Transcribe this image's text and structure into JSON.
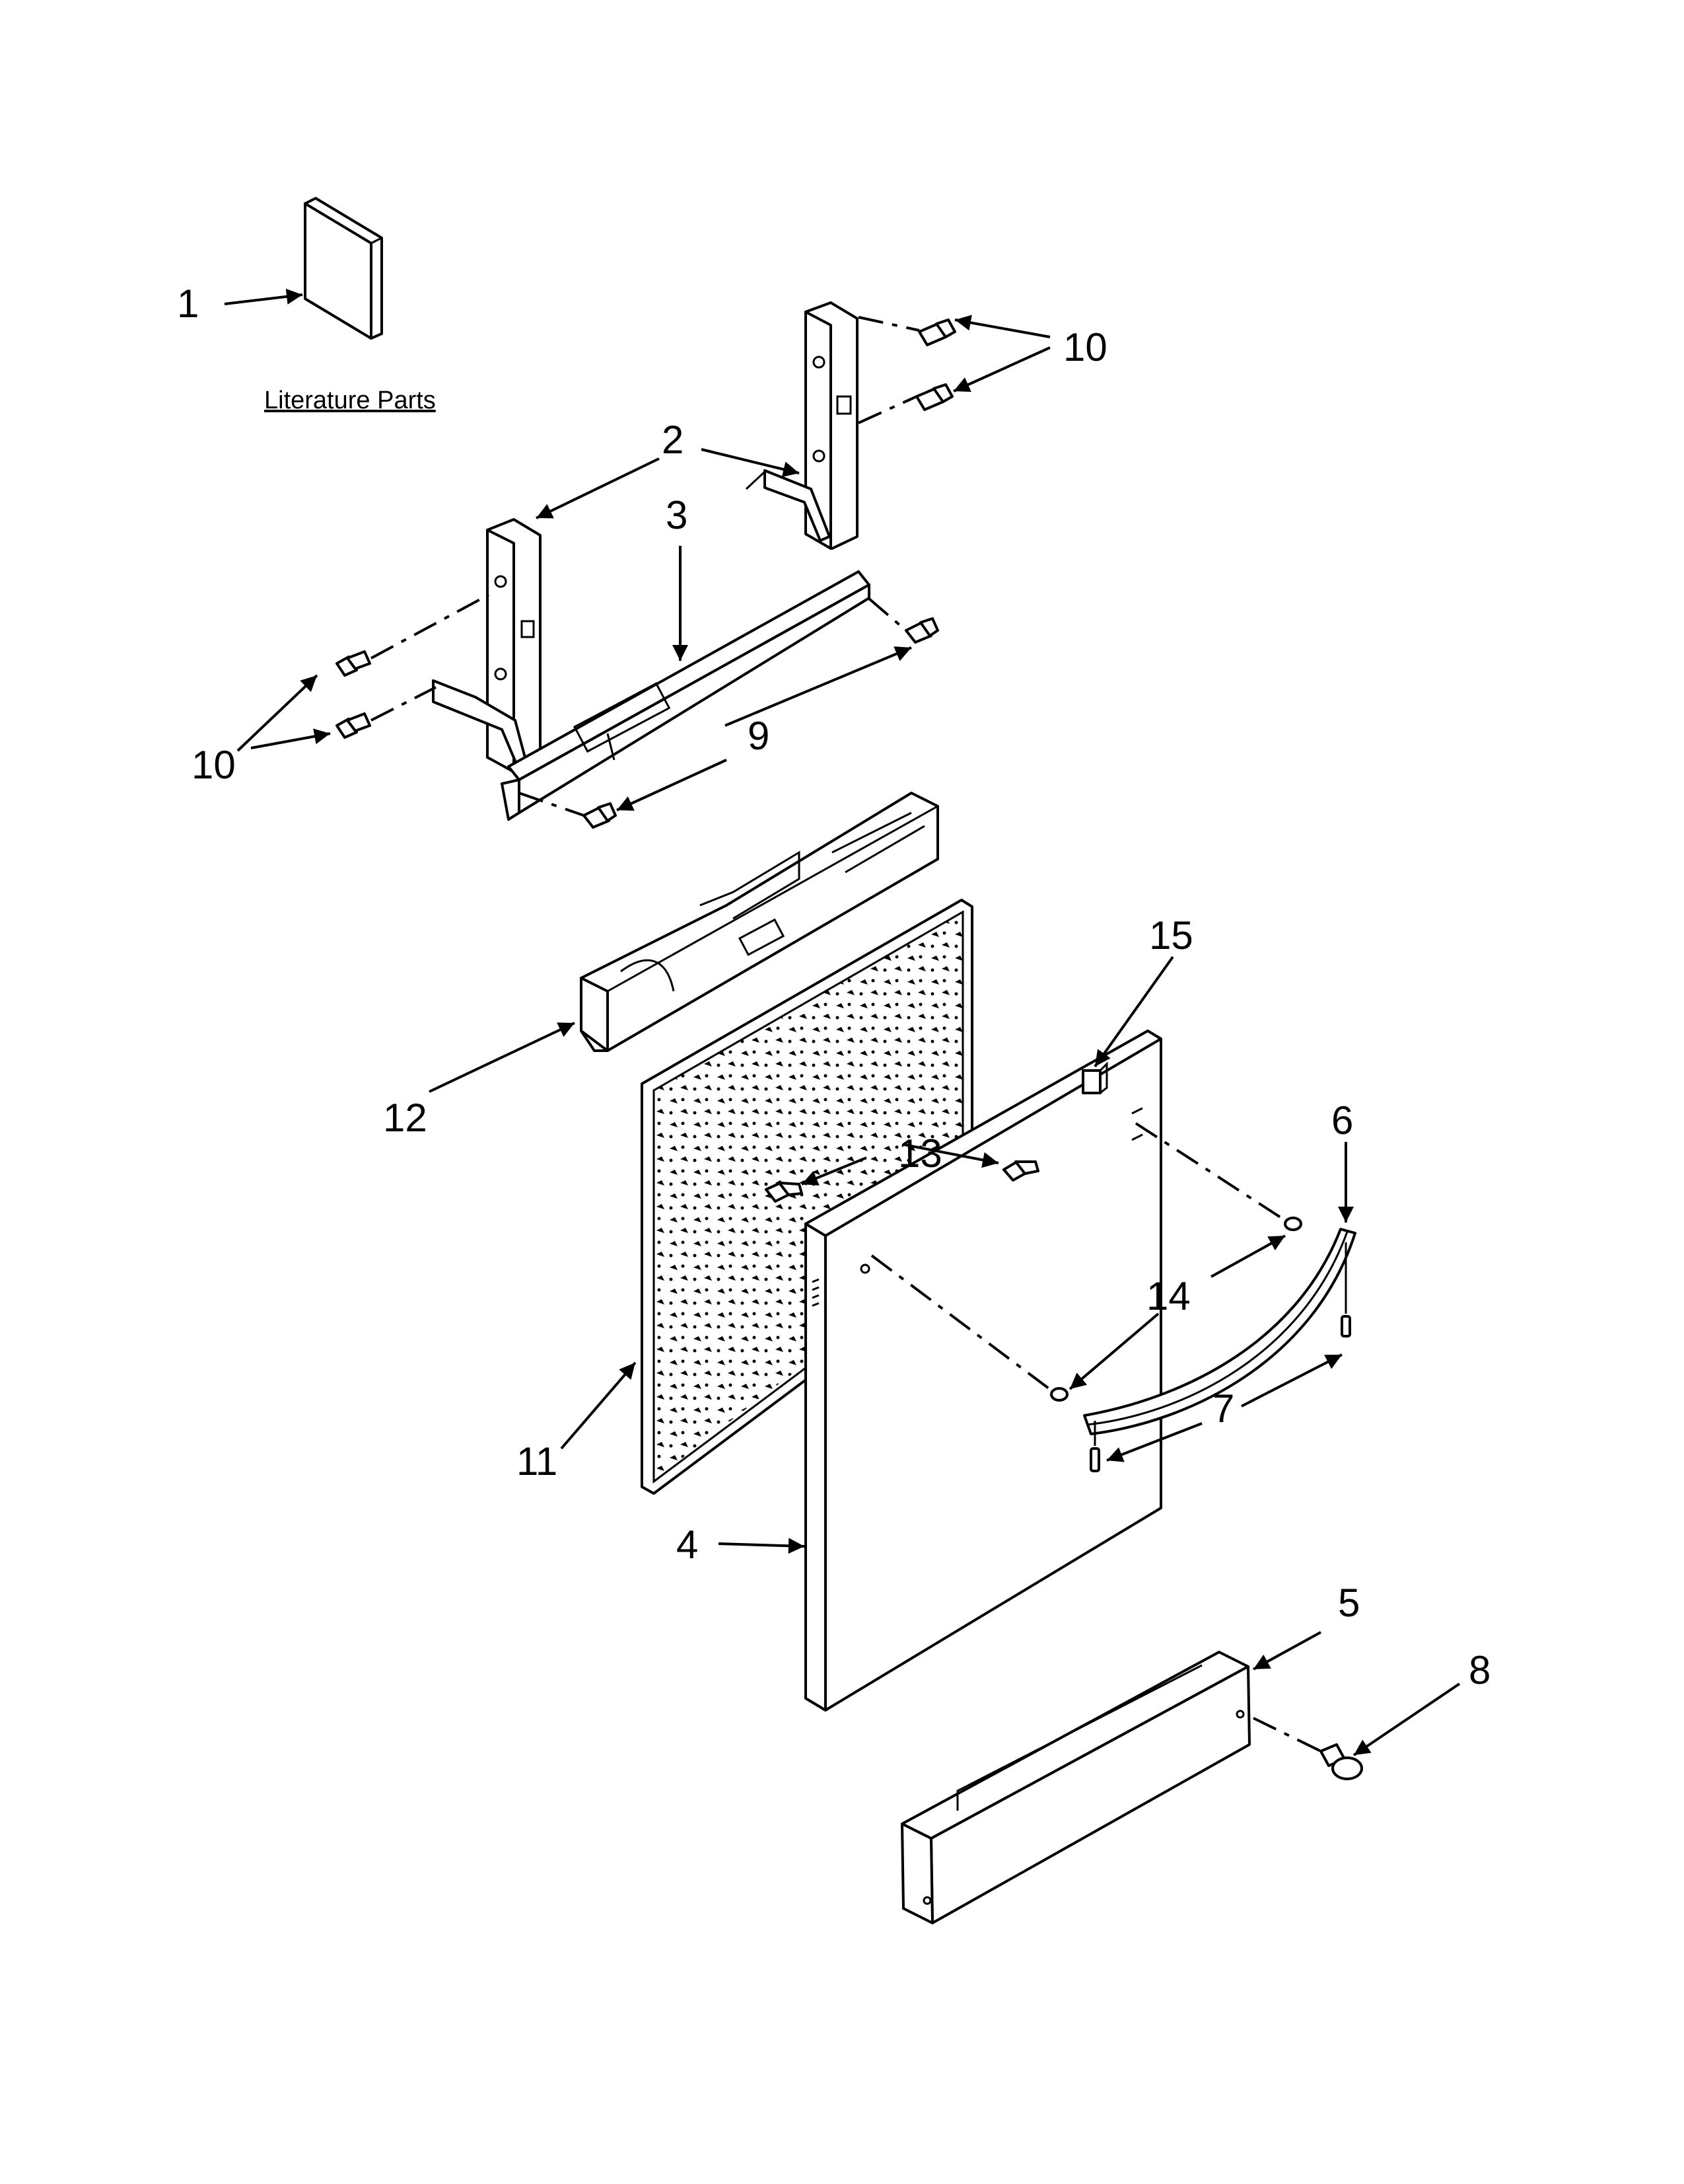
{
  "diagram": {
    "literature_label": "Literature Parts",
    "callouts": {
      "c1": "1",
      "c2": "2",
      "c3": "3",
      "c4": "4",
      "c5": "5",
      "c6": "6",
      "c7": "7",
      "c8": "8",
      "c9": "9",
      "c10a": "10",
      "c10b": "10",
      "c11": "11",
      "c12": "12",
      "c13": "13",
      "c14": "14",
      "c15": "15"
    }
  }
}
